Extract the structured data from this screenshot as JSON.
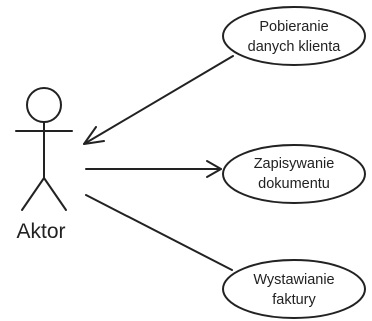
{
  "actor": {
    "label": "Aktor"
  },
  "use_cases": [
    {
      "line1": "Pobieranie",
      "line2": "danych klienta",
      "arrow": "to-actor"
    },
    {
      "line1": "Zapisywanie",
      "line2": "dokumentu",
      "arrow": "to-use-case"
    },
    {
      "line1": "Wystawianie",
      "line2": "faktury",
      "arrow": "none"
    }
  ],
  "colors": {
    "stroke": "#222222",
    "background": "#ffffff"
  }
}
